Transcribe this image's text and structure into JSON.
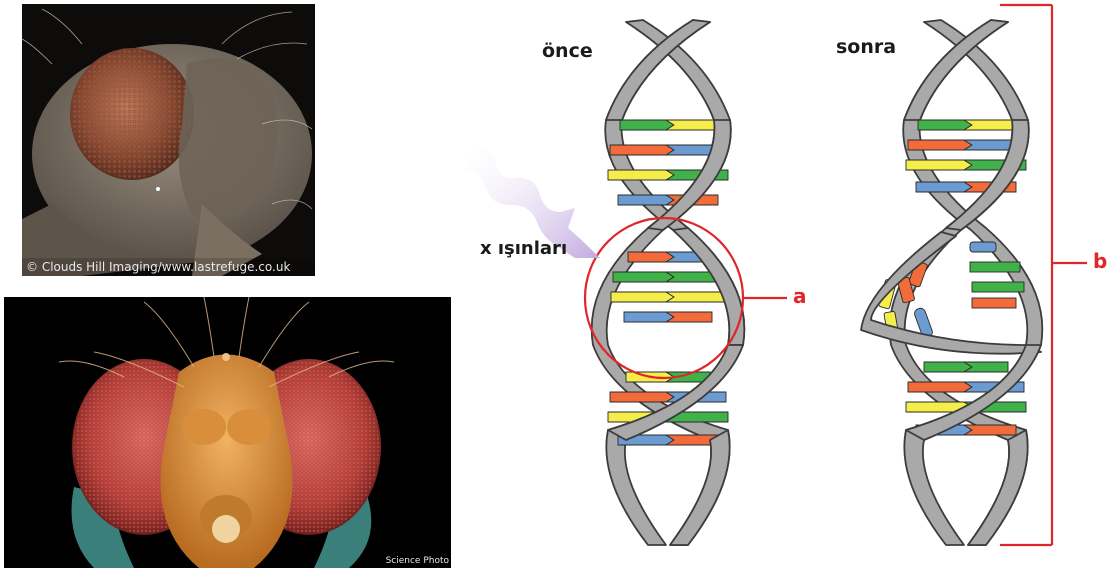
{
  "photos": {
    "top": {
      "credit": "© Clouds Hill Imaging/www.lastrefuge.co.uk"
    },
    "bottom": {
      "credit": "Science Photo"
    }
  },
  "diagram": {
    "before_label": "önce",
    "after_label": "sonra",
    "xray_label": "x ışınları",
    "marker_a": "a",
    "marker_b": "b"
  },
  "colors": {
    "backbone": "#a9a9a9",
    "backbone_stroke": "#3c3c3c",
    "green": "#41b149",
    "orange": "#f26b3a",
    "yellow": "#f5ee4a",
    "blue": "#6b9bd1",
    "annotation_red": "#e0262a",
    "xray_purple": "#c2a9df"
  },
  "icons": {
    "xray_arrow": "wavy-arrow-icon"
  }
}
